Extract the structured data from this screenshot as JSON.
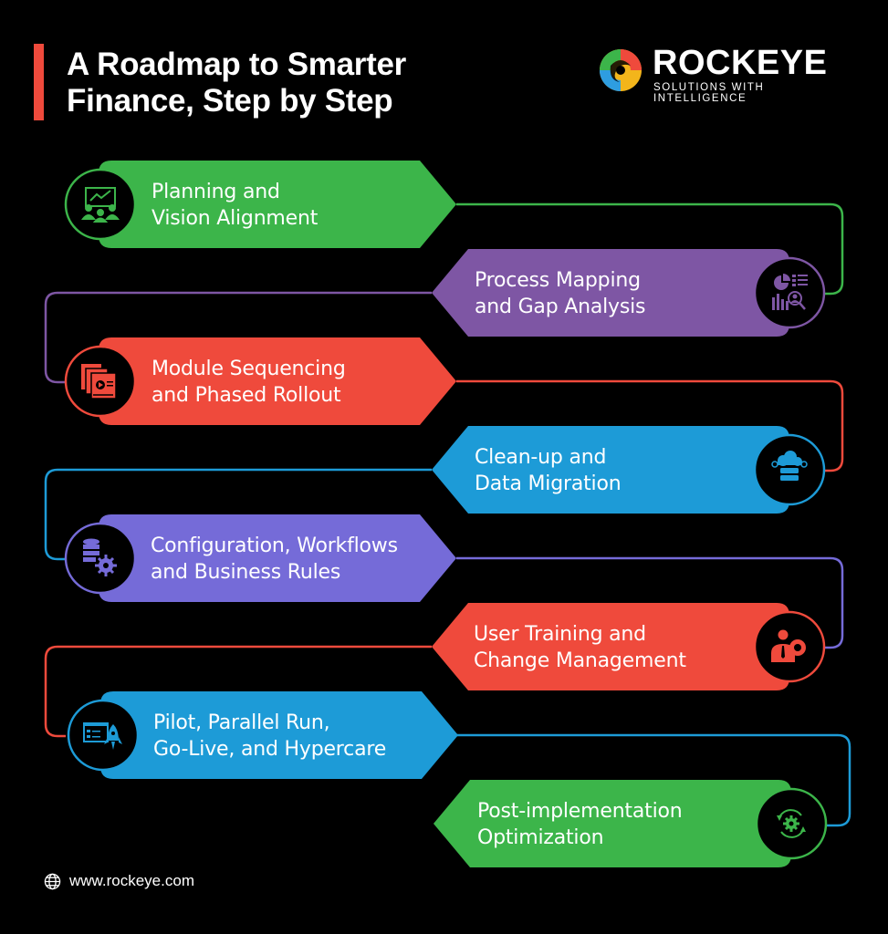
{
  "header": {
    "title_line1": "A Roadmap to Smarter",
    "title_line2": "Finance, Step by Step",
    "accent_color": "#ef4a3c"
  },
  "logo": {
    "name": "ROCKEYE",
    "tagline": "SOLUTIONS WITH INTELLIGENCE",
    "mark_colors": [
      "#2e9de0",
      "#3cb54a",
      "#f3b51b",
      "#ef4a3c"
    ]
  },
  "steps": [
    {
      "line1": "Planning and",
      "line2": "Vision Alignment",
      "color": "#3cb54a",
      "side": "left",
      "icon": "presentation-meeting-icon"
    },
    {
      "line1": "Process Mapping",
      "line2": "and Gap Analysis",
      "color": "#7e56a4",
      "side": "right",
      "icon": "analytics-search-icon"
    },
    {
      "line1": "Module Sequencing",
      "line2": "and Phased Rollout",
      "color": "#ef4a3c",
      "side": "left",
      "icon": "stacked-windows-video-icon"
    },
    {
      "line1": "Clean-up and",
      "line2": "Data Migration",
      "color": "#1d9bd7",
      "side": "right",
      "icon": "cloud-server-icon"
    },
    {
      "line1": "Configuration, Workflows",
      "line2": "and Business Rules",
      "color": "#756bd8",
      "side": "left",
      "icon": "database-gear-icon"
    },
    {
      "line1": "User Training and",
      "line2": "Change Management",
      "color": "#ef4a3c",
      "side": "right",
      "icon": "user-gear-icon"
    },
    {
      "line1": "Pilot, Parallel Run,",
      "line2": "Go-Live, and Hypercare",
      "color": "#1d9bd7",
      "side": "left",
      "icon": "checklist-rocket-icon"
    },
    {
      "line1": "Post-implementation",
      "line2": "Optimization",
      "color": "#3cb54a",
      "side": "right",
      "icon": "gear-cycle-icon"
    }
  ],
  "footer": {
    "website": "www.rockeye.com",
    "icon": "globe-icon"
  }
}
